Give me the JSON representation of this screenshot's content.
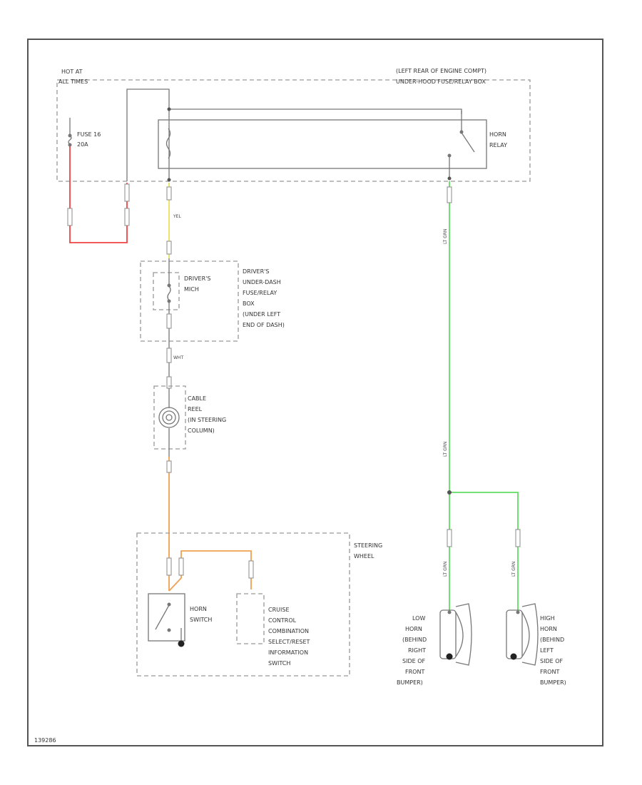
{
  "colors": {
    "red_wire": "#ee4444",
    "yellow_wire": "#e8e060",
    "orange_wire": "#f0a050",
    "green_wire": "#60dd60",
    "black_wire": "#777777"
  },
  "labels": {
    "hot_at": "HOT AT",
    "all_times": "ALL TIMES",
    "fuse": "FUSE 16",
    "fuse_amp": "20A",
    "location_1": "(LEFT REAR OF ENGINE COMPT)",
    "location_2": "UNDER-HOOD FUSE/RELAY BOX",
    "horn_relay_1": "HORN",
    "horn_relay_2": "RELAY",
    "drivers_box_1": "DRIVER'S",
    "drivers_box_2": "UNDER-DASH",
    "drivers_box_3": "FUSE/RELAY",
    "drivers_box_4": "BOX",
    "drivers_box_5": "(UNDER LEFT",
    "drivers_box_6": "END OF DASH)",
    "drivers_mich_1": "DRIVER'S",
    "drivers_mich_2": "MICH",
    "cable_reel_1": "CABLE",
    "cable_reel_2": "REEL",
    "cable_reel_3": "(IN STEERING",
    "cable_reel_4": "COLUMN)",
    "steering_wheel_1": "STEERING",
    "steering_wheel_2": "WHEEL",
    "horn_switch_1": "HORN",
    "horn_switch_2": "SWITCH",
    "cruise_1": "CRUISE",
    "cruise_2": "CONTROL",
    "cruise_3": "COMBINATION",
    "cruise_4": "SELECT/RESET",
    "cruise_5": "INFORMATION",
    "cruise_6": "SWITCH",
    "low_horn_1": "LOW",
    "low_horn_2": "HORN",
    "low_horn_3": "(BEHIND",
    "low_horn_4": "RIGHT",
    "low_horn_5": "SIDE OF",
    "low_horn_6": "FRONT",
    "low_horn_7": "BUMPER)",
    "high_horn_1": "HIGH",
    "high_horn_2": "HORN",
    "high_horn_3": "(BEHIND",
    "high_horn_4": "LEFT",
    "high_horn_5": "SIDE OF",
    "high_horn_6": "FRONT",
    "high_horn_7": "BUMPER)",
    "wire_yel": "YEL",
    "wire_wht": "WHT",
    "wire_ltgrn": "LT GRN",
    "footer": "139286"
  }
}
